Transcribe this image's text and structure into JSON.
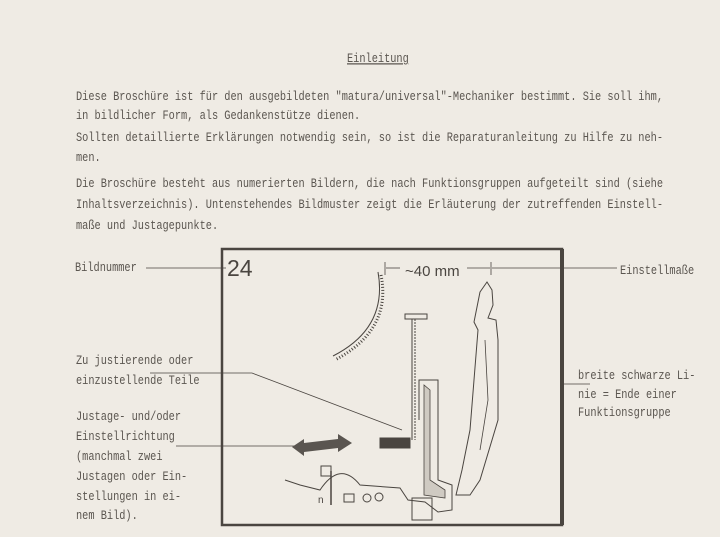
{
  "title": "Einleitung",
  "paragraphs": [
    [
      "Diese Broschüre ist für den ausgebildeten \"matura/universal\"-Mechaniker bestimmt. Sie soll ihm,",
      "in bildlicher Form, als Gedankenstütze dienen."
    ],
    [
      "Sollten detaillierte Erklärungen notwendig sein, so ist die Reparaturanleitung zu Hilfe zu neh-",
      "men."
    ],
    [
      "Die Broschüre besteht aus numerierten Bildern, die nach Funktionsgruppen aufgeteilt sind (siehe",
      "Inhaltsverzeichnis). Untenstehendes Bildmuster zeigt die Erläuterung der zutreffenden Einstell-",
      "maße und Justagepunkte."
    ]
  ],
  "figure": {
    "number": "24",
    "dimension": "~40 mm",
    "labels": {
      "bildnummer": "Bildnummer",
      "einstellmasse": "Einstellmaße",
      "teile": [
        "Zu justierende oder",
        "einzustellende Teile"
      ],
      "richtung": [
        "Justage- und/oder",
        "Einstellrichtung",
        "(manchmal zwei",
        "Justagen oder Ein-",
        "stellungen in ei-",
        "nem Bild)."
      ],
      "linie": [
        "breite schwarze Li-",
        "nie = Ende einer",
        "Funktionsgruppe"
      ]
    }
  }
}
